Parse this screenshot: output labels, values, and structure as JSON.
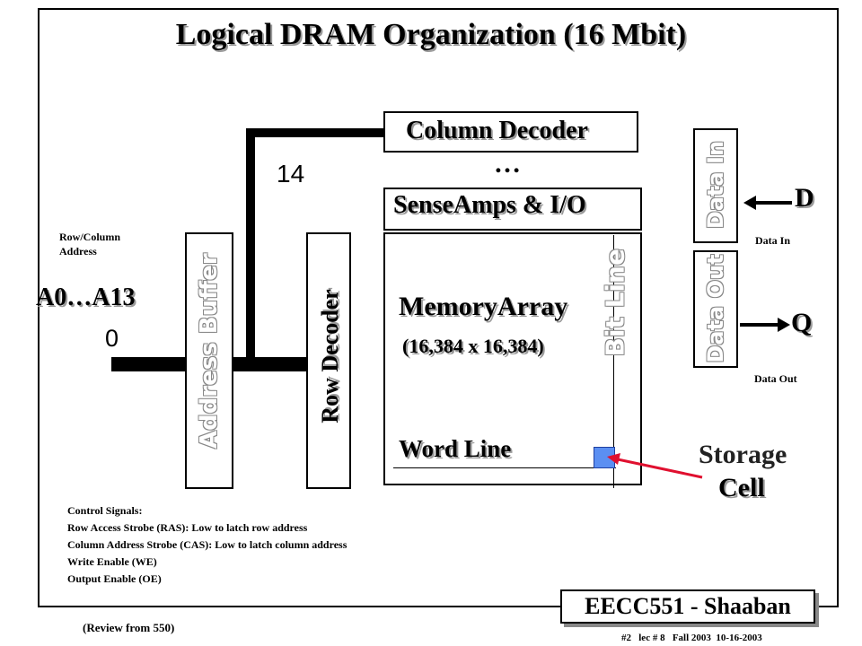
{
  "title": "Logical DRAM Organization (16 Mbit)",
  "column_decoder": "Column Decoder",
  "dots": "…",
  "bus_width": "14",
  "sense_amps": "SenseAmps & I/O",
  "memory_array": "MemoryArray",
  "array_size": "(16,384 x 16,384)",
  "bit_line": "Bit Line",
  "word_line": "Word Line",
  "row_decoder": "Row Decoder",
  "address_buffer": "Address Buffer",
  "address_label": "Row/Column Address",
  "address_pins": "A0…A13",
  "address_zero": "0",
  "data_in_box": "Data In",
  "data_out_box": "Data Out",
  "d_pin": "D",
  "q_pin": "Q",
  "data_in_label": "Data In",
  "data_out_label": "Data Out",
  "storage": "Storage",
  "cell": "Cell",
  "control": {
    "heading": "Control Signals:",
    "lines": [
      "Row Access Strobe (RAS):  Low  to latch row address",
      "Column Address Strobe (CAS):  Low to latch column address",
      "Write Enable  (WE)",
      "Output Enable (OE)"
    ]
  },
  "review": "(Review from 550)",
  "footer_box": "EECC551 - Shaaban",
  "footer_meta": "#2   lec # 8   Fall 2003  10-16-2003"
}
